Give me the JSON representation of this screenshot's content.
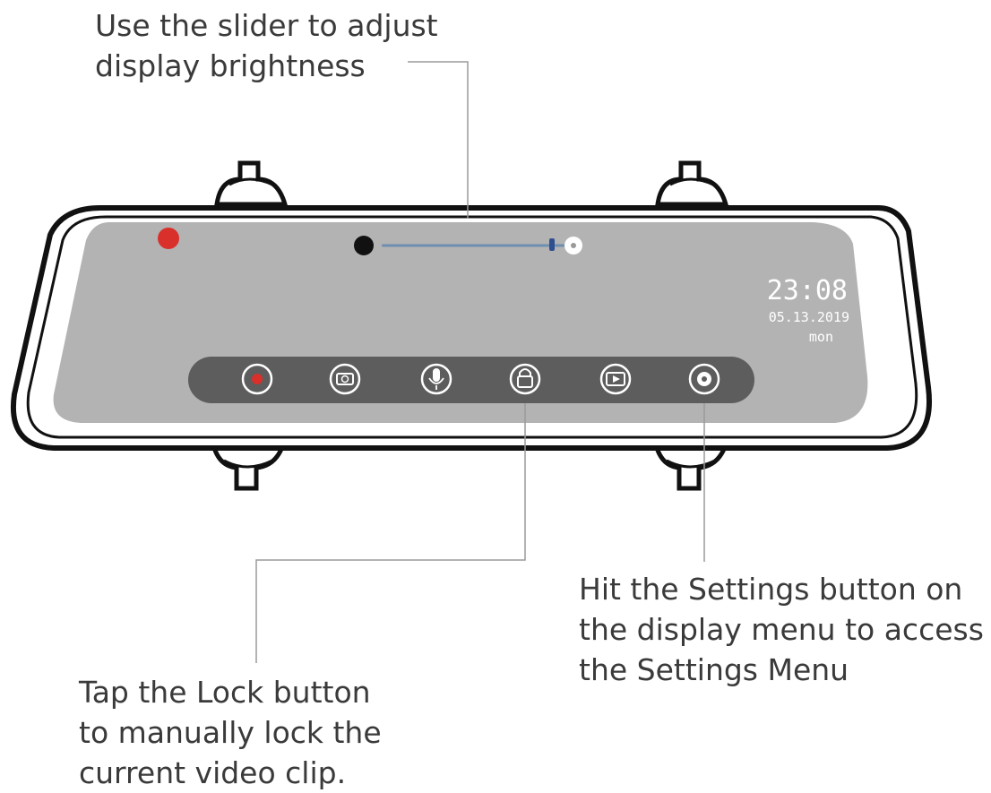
{
  "callouts": {
    "brightness": {
      "line1": "Use the slider to adjust",
      "line2": "display brightness"
    },
    "settings": {
      "line1": "Hit the Settings button on",
      "line2": "the display menu to access",
      "line3": "the Settings Menu"
    },
    "lock": {
      "line1": "Tap the Lock button",
      "line2": "to manually lock the",
      "line3": "current video clip."
    }
  },
  "display": {
    "clock": {
      "time": "23:08",
      "date": "05.13.2019",
      "weekday": "mon"
    },
    "brightness_level": 0.95,
    "menu_icons": [
      "record-icon",
      "camera-icon",
      "microphone-icon",
      "lock-icon",
      "playback-icon",
      "settings-icon"
    ]
  },
  "colors": {
    "screen": "#b3b3b3",
    "toolbar": "#5d5d5d",
    "record_dot": "#d9302b",
    "slider_track": "#6f8fb0",
    "outline": "#111111",
    "leader_line": "#9a9a9a"
  }
}
